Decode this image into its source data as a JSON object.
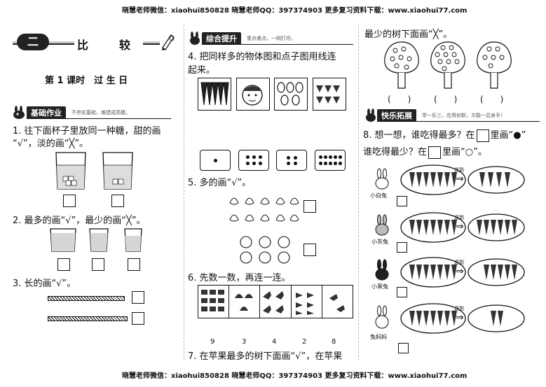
{
  "header_top": "晓慧老师微信：xiaohui850828 晓慧老师QQ：397374903 更多复习资料下载：www.xiaohui77.com",
  "header_bottom": "晓慧老师微信：xiaohui850828 晓慧老师QQ：397374903 更多复习资料下载：www.xiaohui77.com",
  "left": {
    "unit_number": "二",
    "unit_title": "比　较",
    "lesson_title": "第 1 课时　过 生 日",
    "section_label": "基础作业",
    "section_tagline": "不夯实基础，难建成高楼。",
    "q1_line1": "1. 往下面杯子里放同一种糖，甜的画",
    "q1_line2": "“√”，淡的画“╳”。",
    "q2": "2. 最多的画“√”，最少的画“╳”。",
    "q3": "3. 长的画“√”。"
  },
  "middle": {
    "section_label": "综合提升",
    "section_tagline": "重点难点，一网打尽。",
    "q4_line1": "4. 把同样多的物体图和点子图用线连",
    "q4_line2": "起来。",
    "q5": "5. 多的画“√”。",
    "q6": "6. 先数一数，再连一连。",
    "q6_numbers": [
      "9",
      "3",
      "4",
      "2",
      "8"
    ],
    "q7": "7. 在苹果最多的树下面画“√”，在苹果"
  },
  "right": {
    "q7_cont": "最少的树下面画“╳”。",
    "q7_paren": [
      "(　　)",
      "(　　)",
      "(　　)"
    ],
    "section_label": "快乐拓展",
    "section_tagline": "举一反三，应用创新，方能一显身手！",
    "q8_line1_a": "8. 想一想，谁吃得最多？在",
    "q8_line1_b": "里画“●”",
    "q8_line2_a": "谁吃得最少？在",
    "q8_line2_b": "里画“○”。",
    "give_label": "送到",
    "rabbits": [
      "小白兔",
      "小灰兔",
      "小黑兔",
      "兔妈妈"
    ]
  }
}
